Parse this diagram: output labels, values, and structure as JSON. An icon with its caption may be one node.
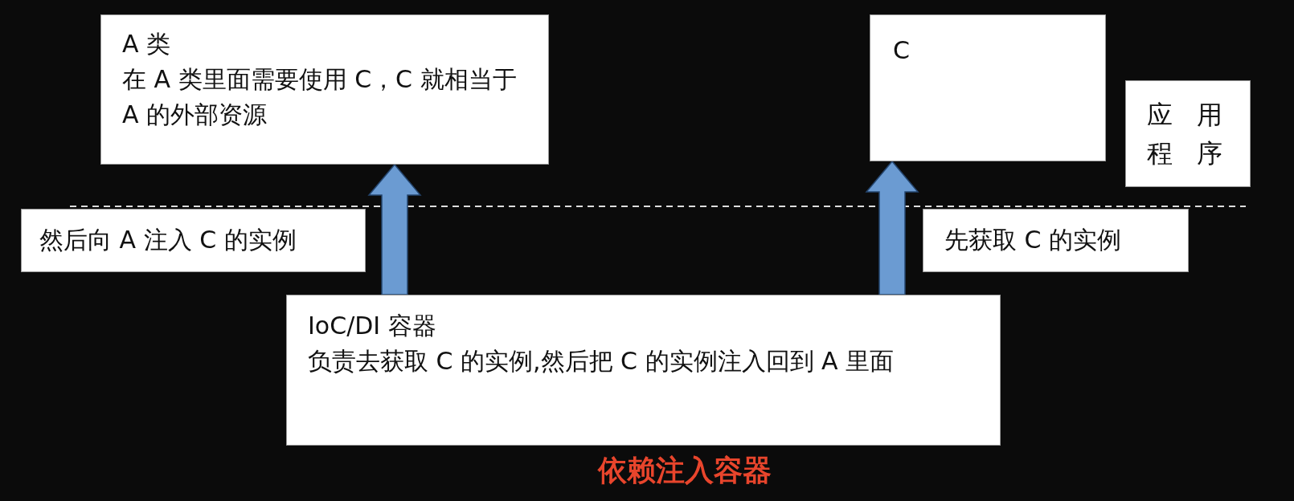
{
  "diagram": {
    "caption": "依赖注入容器",
    "nodes": [
      {
        "text": [
          "A 类",
          "在 A 类里面需要使用 C，C 就相当于 A 的外部资源"
        ]
      },
      {
        "text": [
          "C"
        ]
      },
      {
        "text": [
          "应用程序"
        ]
      },
      {
        "text": [
          "然后向 A 注入 C 的实例"
        ]
      },
      {
        "text": [
          "先获取 C 的实例"
        ]
      },
      {
        "text": [
          "IoC/DI 容器",
          "负责去获取 C 的实例,然后把 C 的实例注入回到 A 里面"
        ]
      }
    ],
    "edges": [
      {
        "from": 5,
        "to": 0,
        "arrow": "to"
      },
      {
        "from": 5,
        "to": 1,
        "arrow": "to"
      }
    ]
  }
}
